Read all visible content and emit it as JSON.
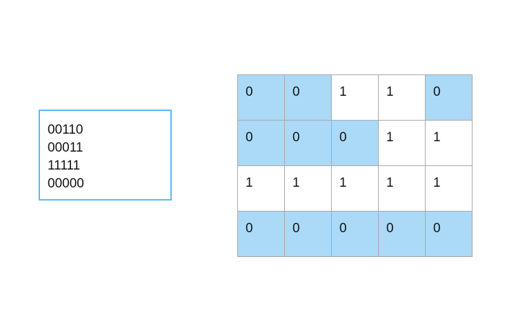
{
  "colors": {
    "box_border": "#5ab8f4",
    "water": "#abd9f8",
    "land": "#ffffff",
    "grid_line": "#a8a8a8"
  },
  "input_lines": [
    "00110",
    "00011",
    "11111",
    "00000"
  ],
  "grid": {
    "rows": [
      [
        "0",
        "0",
        "1",
        "1",
        "0"
      ],
      [
        "0",
        "0",
        "0",
        "1",
        "1"
      ],
      [
        "1",
        "1",
        "1",
        "1",
        "1"
      ],
      [
        "0",
        "0",
        "0",
        "0",
        "0"
      ]
    ]
  }
}
